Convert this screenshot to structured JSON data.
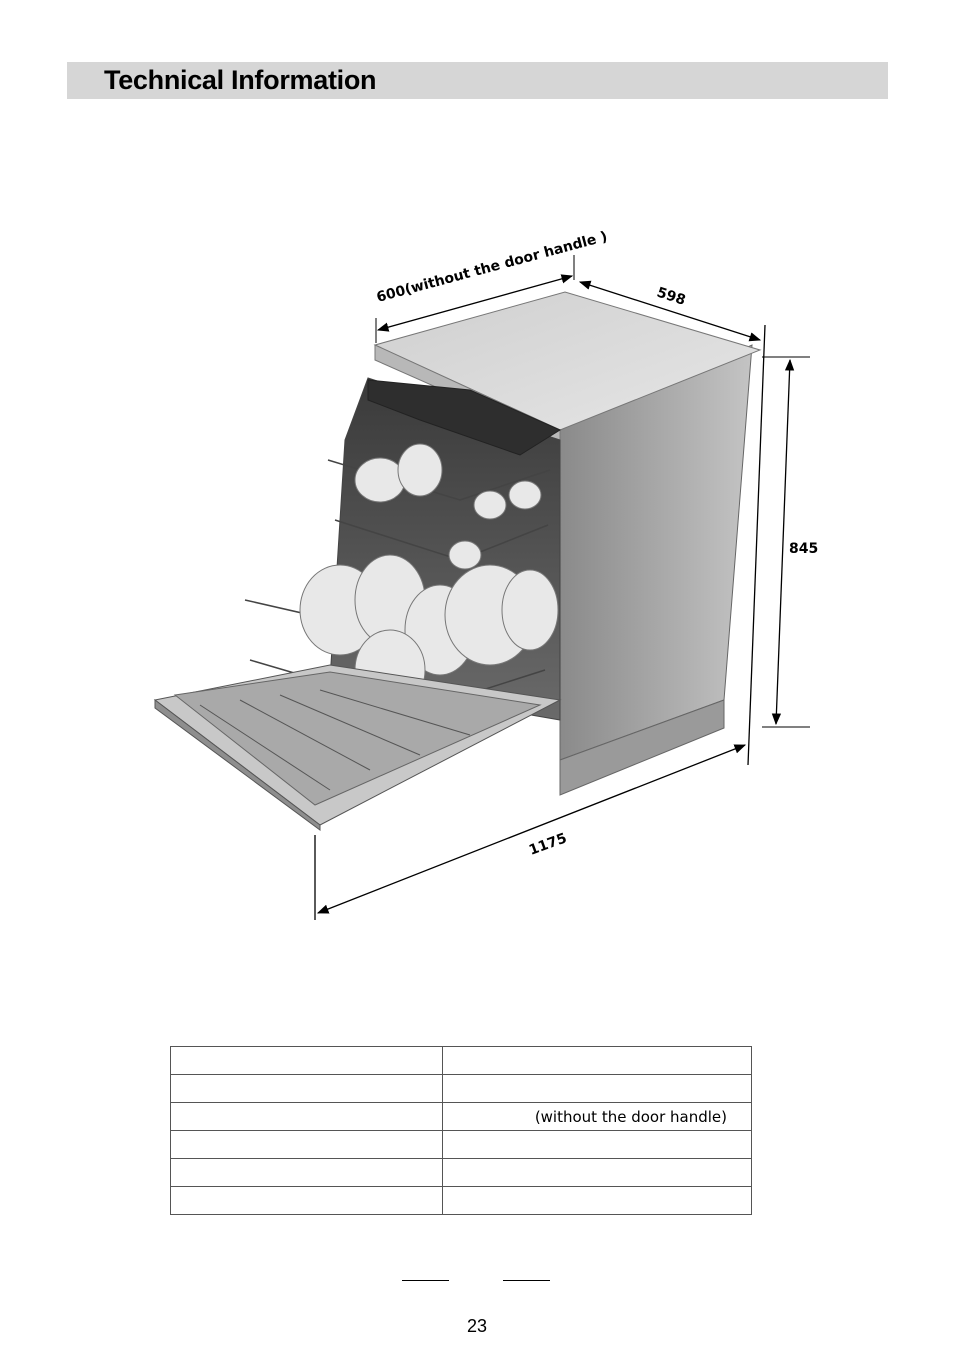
{
  "header": {
    "title": "Technical Information"
  },
  "figure": {
    "dimensions": {
      "width_label": "600(without the door handle )",
      "depth_label": "598",
      "height_label": "845",
      "open_depth_label": "1175"
    }
  },
  "spec_table": {
    "rows": [
      {
        "label": "",
        "value": ""
      },
      {
        "label": "",
        "value": ""
      },
      {
        "label": "",
        "value": "(without the door handle)"
      },
      {
        "label": "",
        "value": ""
      },
      {
        "label": "",
        "value": ""
      },
      {
        "label": "",
        "value": ""
      }
    ]
  },
  "footer": {
    "page_number": "23"
  }
}
